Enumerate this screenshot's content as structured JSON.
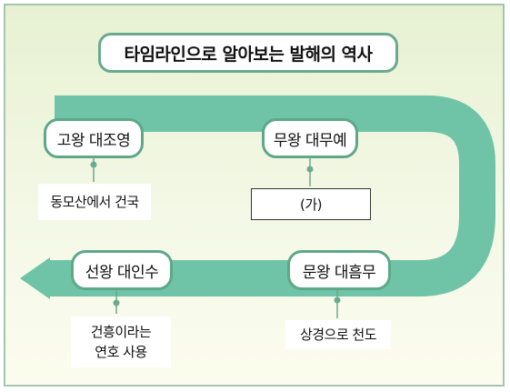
{
  "title": "타임라인으로 알아보는 발해의 역사",
  "colors": {
    "band": "#6fc3a6",
    "node_border": "#5ea889",
    "connector": "#6aaa8e"
  },
  "timeline": [
    {
      "king": "고왕 대조영",
      "event_lines": [
        "동모산에서 건국"
      ]
    },
    {
      "king": "무왕 대무예",
      "event_lines": [
        "(가)"
      ]
    },
    {
      "king": "문왕 대흠무",
      "event_lines": [
        "상경으로 천도"
      ]
    },
    {
      "king": "선왕 대인수",
      "event_lines": [
        "건흥이라는",
        "연호 사용"
      ]
    }
  ]
}
